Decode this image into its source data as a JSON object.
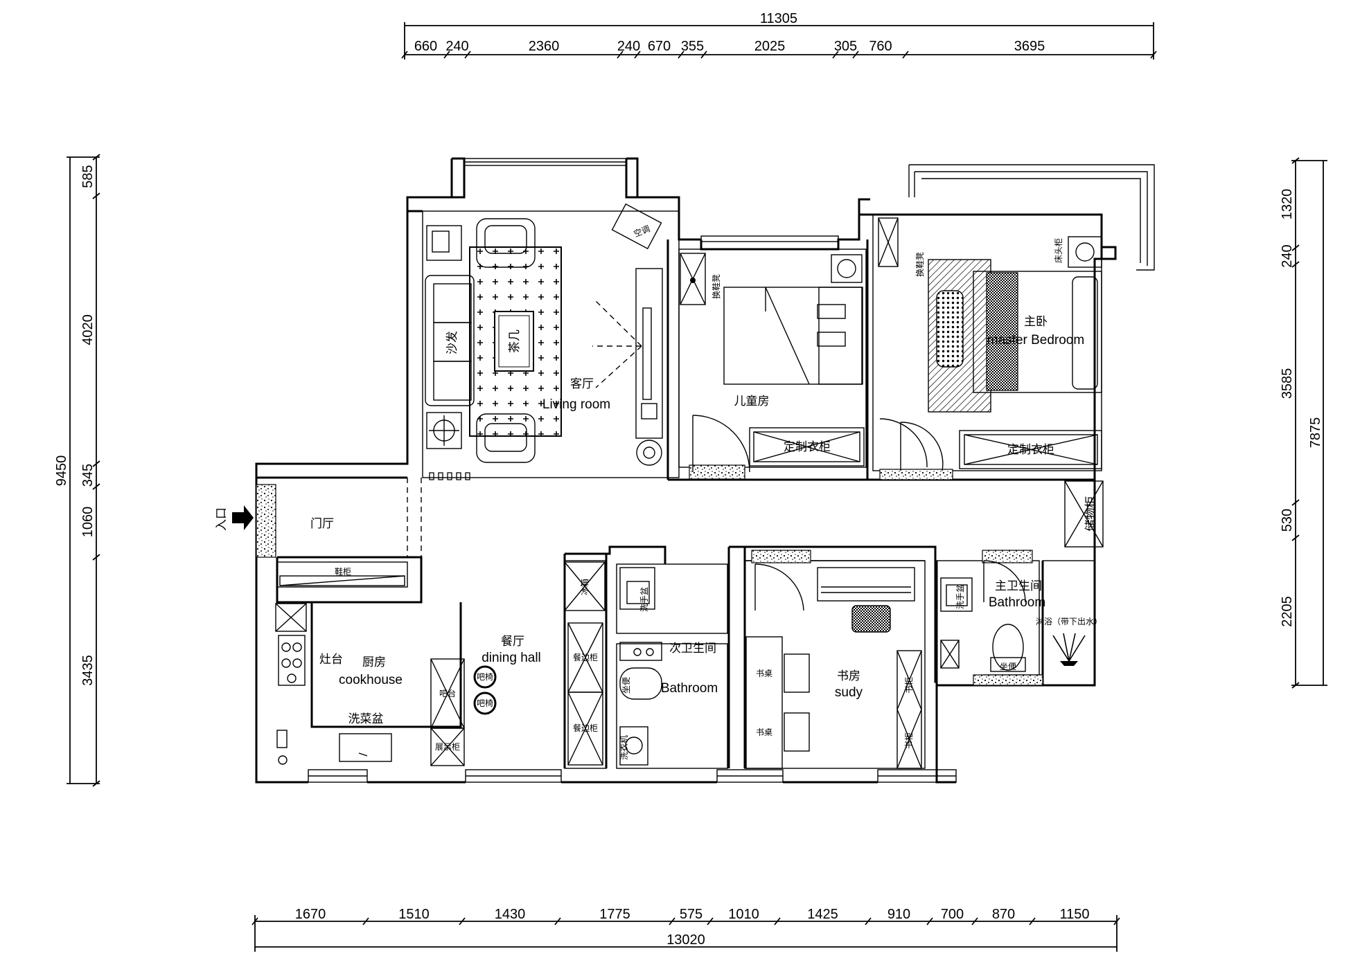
{
  "top_dims": {
    "total": "11305",
    "segments": [
      "660",
      "240",
      "2360",
      "240",
      "670",
      "355",
      "2025",
      "305",
      "760",
      "3695"
    ]
  },
  "bottom_dims": {
    "total": "13020",
    "segments": [
      "1670",
      "1510",
      "1430",
      "1775",
      "575",
      "1010",
      "1425",
      "910",
      "700",
      "870",
      "1150"
    ]
  },
  "left_dims": {
    "total": "9450",
    "segments": [
      "585",
      "4020",
      "345",
      "1060",
      "3435"
    ]
  },
  "right_dims": {
    "total": "7875",
    "segments": [
      "1320",
      "240",
      "3585",
      "530",
      "2205"
    ]
  },
  "rooms": {
    "living": {
      "cn": "客厅",
      "en": "Living room"
    },
    "kids": {
      "cn": "儿童房"
    },
    "master": {
      "cn": "主卧",
      "en": "master Bedroom"
    },
    "foyer": {
      "cn": "门厅"
    },
    "entry": {
      "cn": "入口"
    },
    "kitchen": {
      "cn": "厨房",
      "en": "cookhouse"
    },
    "dining": {
      "cn": "餐厅",
      "en": "dining hall"
    },
    "bath2": {
      "cn": "次卫生间",
      "en": "Bathroom"
    },
    "study": {
      "cn": "书房",
      "en": "sudy"
    },
    "bath_master": {
      "cn": "主卫生间",
      "en": "Bathroom"
    }
  },
  "furniture": {
    "sofa": "沙发",
    "tea_table": "茶几",
    "ac": "空调",
    "wardrobe_kids": "定制衣柜",
    "wardrobe_master": "定制衣柜",
    "shoe_rack": "鞋柜",
    "stove": "灶台",
    "wash_basin": "洗菜盆",
    "bar": "吧台",
    "display_cabinet": "展示柜",
    "bar_stool_1": "吧椅",
    "bar_stool_2": "吧椅",
    "fridge": "冰箱",
    "sideboard_1": "餐边柜",
    "sideboard_2": "餐边柜",
    "hand_basin_2": "洗手盆",
    "toilet_2": "坐便",
    "washer": "洗衣机",
    "desk_1": "书桌",
    "desk_2": "书桌",
    "bookcase_1": "书柜",
    "bookcase_2": "书柜",
    "hand_basin_master": "洗手盆",
    "toilet_master": "坐便",
    "shower": "淋浴（带下出水）",
    "storage": "储物柜",
    "nightstand": "床头柜",
    "shoe_bench_kids": "换鞋凳",
    "shoe_bench_master": "换鞋凳"
  }
}
